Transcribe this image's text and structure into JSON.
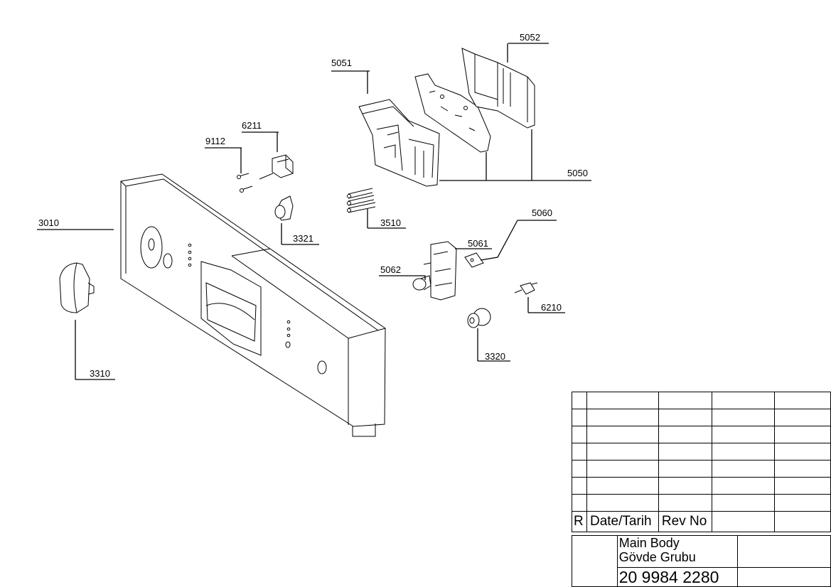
{
  "callouts": [
    {
      "id": "c5052",
      "label": "5052"
    },
    {
      "id": "c5051",
      "label": "5051"
    },
    {
      "id": "c6211",
      "label": "6211"
    },
    {
      "id": "c9112",
      "label": "9112"
    },
    {
      "id": "c5050",
      "label": "5050"
    },
    {
      "id": "c3010",
      "label": "3010"
    },
    {
      "id": "c3510",
      "label": "3510"
    },
    {
      "id": "c5060",
      "label": "5060"
    },
    {
      "id": "c3321",
      "label": "3321"
    },
    {
      "id": "c5061",
      "label": "5061"
    },
    {
      "id": "c5062",
      "label": "5062"
    },
    {
      "id": "c6210",
      "label": "6210"
    },
    {
      "id": "c3310",
      "label": "3310"
    },
    {
      "id": "c3320",
      "label": "3320"
    }
  ],
  "title_block": {
    "revision_header": {
      "r": "R",
      "date": "Date/Tarih",
      "rev_no": "Rev No"
    },
    "title_line1": "Main Body",
    "title_line2": "Gövde Grubu",
    "part_number": "20 9984 2280"
  }
}
